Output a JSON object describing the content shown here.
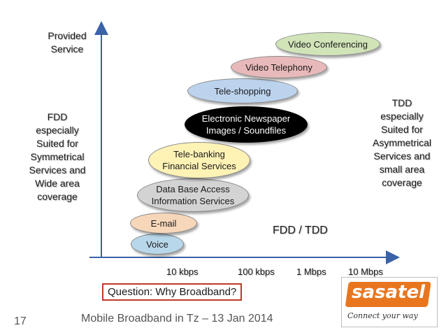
{
  "y_axis_label": "Provided\nService",
  "left_note": "FDD\nespecially\nSuited for\nSymmetrical\nServices and\nWide area\ncoverage",
  "right_note": "TDD\nespecially\nSuited for\nAsymmetrical\nServices and\nsmall area\ncoverage",
  "services": [
    {
      "label": "Voice",
      "fill": "#b8d7ea"
    },
    {
      "label": "E-mail",
      "fill": "#f7d7b9"
    },
    {
      "label": "Data Base Access\nInformation Services",
      "fill": "#d3d3d3"
    },
    {
      "label": "Tele-banking\nFinancial Services",
      "fill": "#fff2b5"
    },
    {
      "label": "Electronic Newspaper\nImages / Soundfiles",
      "fill": "#000000",
      "text_color": "#ffffff"
    },
    {
      "label": "Tele-shopping",
      "fill": "#bcd3ee"
    },
    {
      "label": "Video Telephony",
      "fill": "#e8b9ba"
    },
    {
      "label": "Video Conferencing",
      "fill": "#d1e4b8"
    }
  ],
  "x_ticks": [
    "10 kbps",
    "100 kbps",
    "1 Mbps",
    "10 Mbps"
  ],
  "fdd_tdd_label": "FDD / TDD",
  "question": "Question: Why Broadband?",
  "slide_number": "17",
  "footer": "Mobile Broadband in Tz – 13 Jan 2014",
  "logo": {
    "name": "sasatel",
    "tagline": "Connect your way",
    "color": "#e8761f"
  },
  "axis_color": "#3a63a8",
  "question_border_color": "#c0392b"
}
